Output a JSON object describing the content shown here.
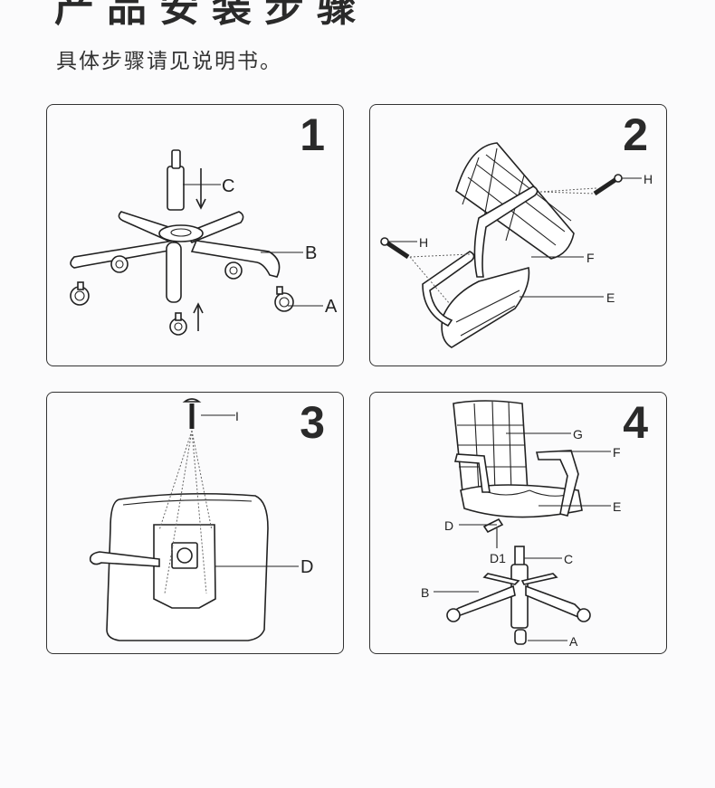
{
  "header": {
    "title": "产品安装步骤",
    "subtitle": "具体步骤请见说明书。"
  },
  "steps": [
    {
      "number": "1",
      "labels": {
        "a": "A",
        "b": "B",
        "c": "C"
      }
    },
    {
      "number": "2",
      "labels": {
        "e": "E",
        "f": "F",
        "h1": "H",
        "h2": "H"
      }
    },
    {
      "number": "3",
      "labels": {
        "i": "I",
        "d": "D"
      }
    },
    {
      "number": "4",
      "labels": {
        "g": "G",
        "f": "F",
        "e": "E",
        "d": "D",
        "d1": "D1",
        "c": "C",
        "b": "B",
        "a": "A"
      }
    }
  ]
}
